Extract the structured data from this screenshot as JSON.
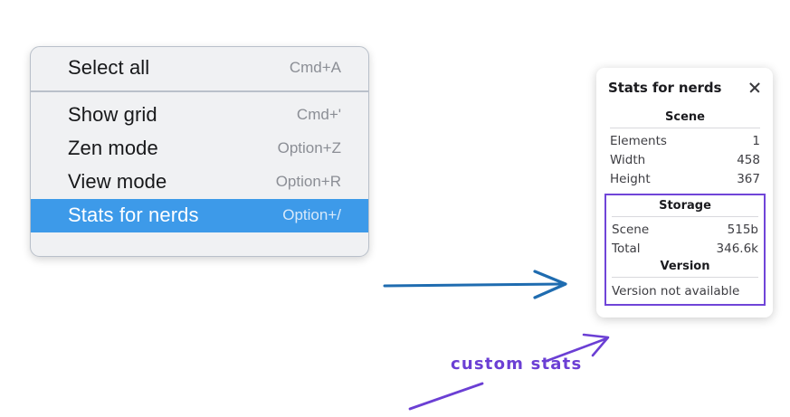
{
  "colors": {
    "menu_background": "#f0f1f3",
    "menu_border": "#b9c0ca",
    "selection_blue": "#3d9ae9",
    "shortcut_gray": "#8b8e95",
    "annotation_purple": "#6b3fd4",
    "annotation_blue": "#1f6cb0",
    "panel_background": "#ffffff",
    "highlight_box": "#7045d8"
  },
  "context_menu": {
    "groups": [
      {
        "items": [
          {
            "label": "Select all",
            "shortcut": "Cmd+A",
            "selected": false
          }
        ]
      },
      {
        "items": [
          {
            "label": "Show grid",
            "shortcut": "Cmd+'",
            "selected": false
          },
          {
            "label": "Zen mode",
            "shortcut": "Option+Z",
            "selected": false
          },
          {
            "label": "View mode",
            "shortcut": "Option+R",
            "selected": false
          },
          {
            "label": "Stats for nerds",
            "shortcut": "Option+/",
            "selected": true
          }
        ]
      }
    ]
  },
  "stats_panel": {
    "title": "Stats for nerds",
    "close_icon": "close-icon",
    "sections": [
      {
        "heading": "Scene",
        "rows": [
          {
            "label": "Elements",
            "value": "1"
          },
          {
            "label": "Width",
            "value": "458"
          },
          {
            "label": "Height",
            "value": "367"
          }
        ]
      },
      {
        "heading": "Storage",
        "rows": [
          {
            "label": "Scene",
            "value": "515b"
          },
          {
            "label": "Total",
            "value": "346.6k"
          }
        ]
      },
      {
        "heading": "Version",
        "plain_row": "Version not available"
      }
    ]
  },
  "annotations": {
    "custom_stats_label": "custom stats",
    "arrow_menu_to_panel": "blue-arrow-right",
    "arrow_label_to_version": "purple-arrow-up-right",
    "stroke_below_label": "purple-stroke"
  }
}
